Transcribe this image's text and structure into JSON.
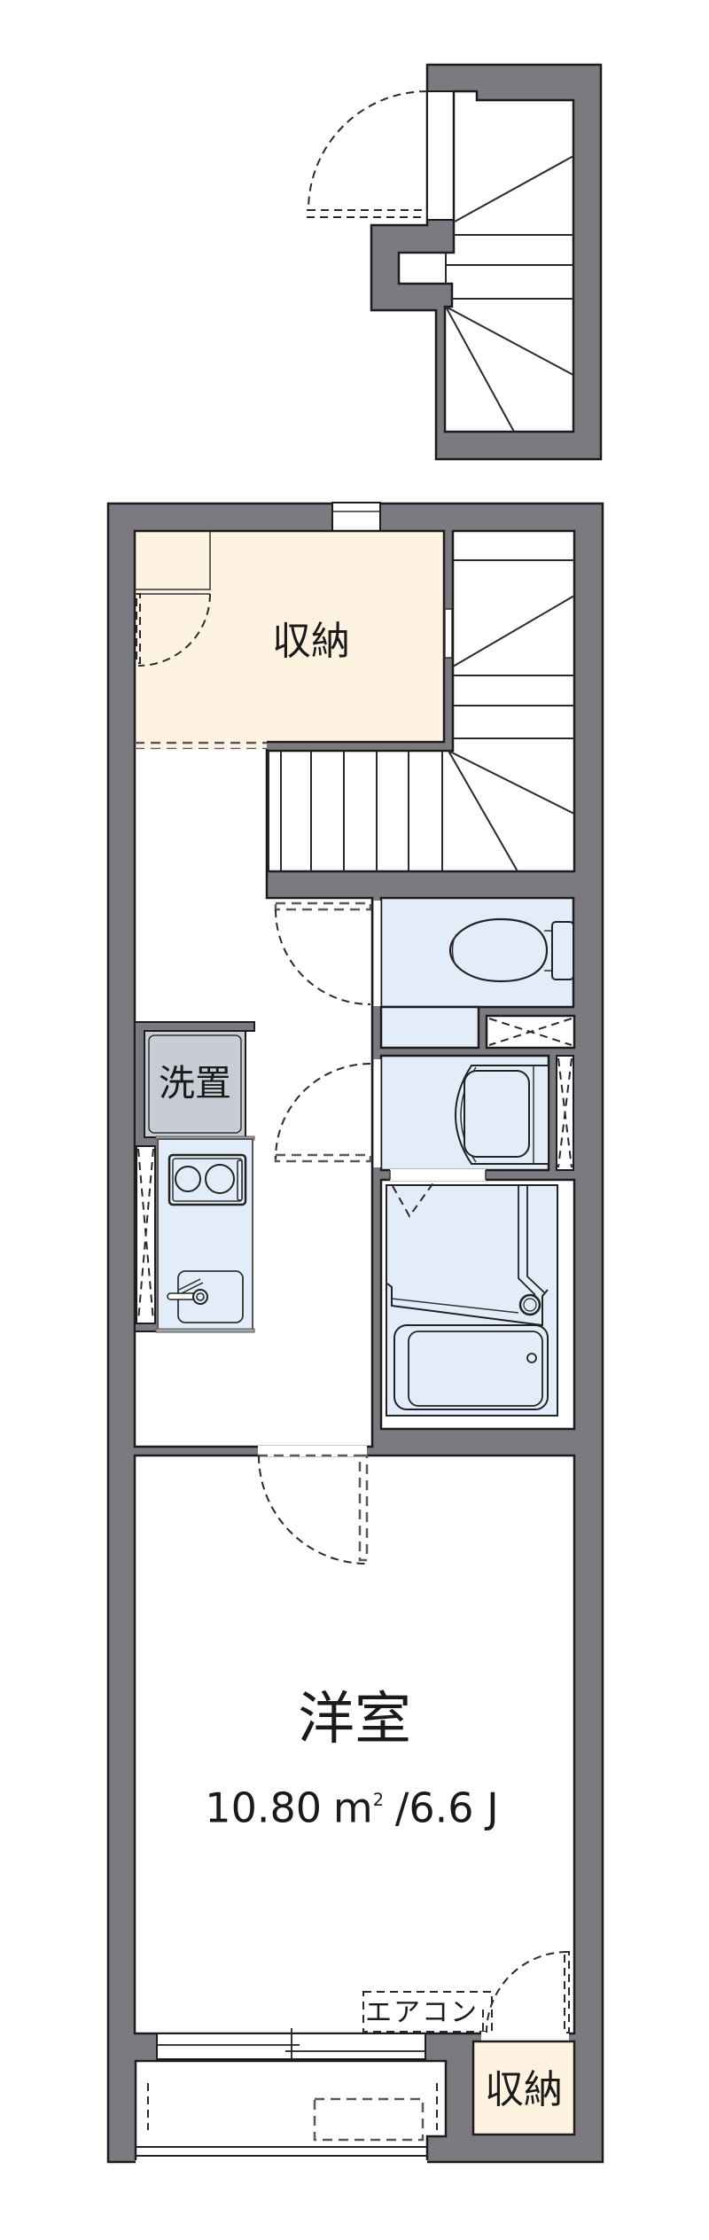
{
  "plan": {
    "kind": "apartment floor plan"
  },
  "rooms": {
    "storage_top": {
      "label": "収納"
    },
    "washer_space": {
      "label": "洗置"
    },
    "western_room": {
      "label": "洋室",
      "area_value": "10.80",
      "area_unit": "m",
      "area_unit_sup": "2",
      "jo": "/6.6 J"
    },
    "air_conditioner": {
      "label": "エアコン"
    },
    "storage_bottom": {
      "label": "収納"
    }
  },
  "colors": {
    "wall": "#7b7a80",
    "outline": "#1c1c1c",
    "storage_fill": "#fef3e1",
    "wet_area_fill": "#e3edfa",
    "background": "#ffffff"
  }
}
